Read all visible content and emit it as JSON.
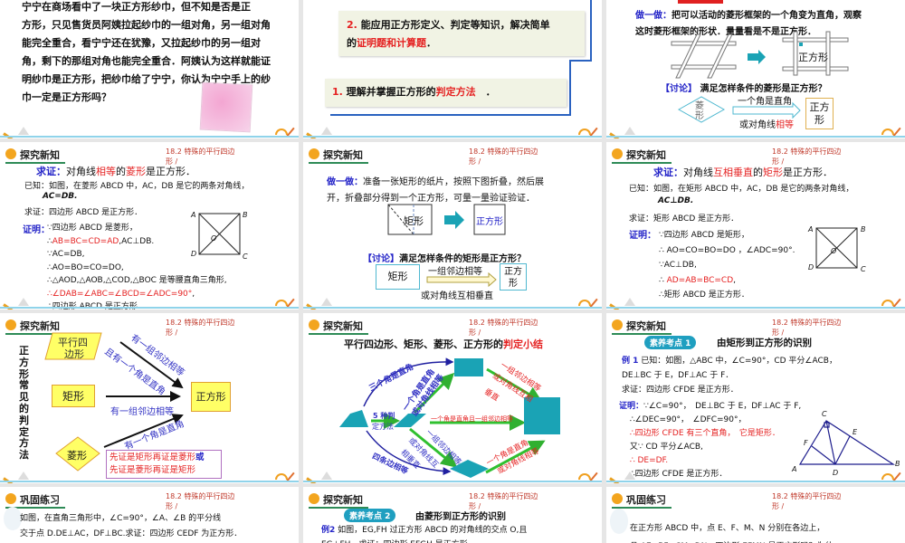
{
  "colors": {
    "accent_red": "#e52222",
    "label_blue": "#2424c8",
    "teal": "#1aa3b5",
    "yellow_box": "#ffff66",
    "header_icon": "#f3a51e",
    "bottom_bar": "#8fd3ea"
  },
  "chapter": "18.2 特殊的平行四边形 /",
  "s1": {
    "lines": [
      [
        {
          "t": "宁宁在商场看中了一块正方形纱巾，但不知是否是正"
        }
      ],
      [
        {
          "t": "方形，只见售货员阿姨拉起纱巾的一组对角，另一组对角"
        }
      ],
      [
        {
          "t": "能完全重合，看宁宁还在犹豫，又拉起纱巾的另一组对"
        }
      ],
      [
        {
          "t": "角，剩下的那组对角也能完全重合．阿姨认为这样就能证"
        }
      ],
      [
        {
          "t": "明纱巾是正方形，把纱巾给了宁宁，你认为宁宁手上的纱"
        }
      ],
      [
        {
          "t": "巾一定是正方形吗？"
        }
      ]
    ]
  },
  "s2": {
    "goal2": [
      [
        {
          "t": "2. ",
          "c": "r"
        },
        {
          "t": "能应用正方形定义、判定等知识，解决简单"
        }
      ],
      [
        {
          "t": "的"
        },
        {
          "t": "证明题和计算题",
          "c": "r"
        },
        {
          "t": "．"
        }
      ]
    ],
    "goal1": [
      [
        {
          "t": "1. ",
          "c": "r"
        },
        {
          "t": "理解并掌握正方形的"
        },
        {
          "t": "判定方法",
          "c": "r"
        },
        {
          "t": "　．"
        }
      ]
    ]
  },
  "s3": {
    "doit": [
      [
        {
          "t": "做一做：",
          "c": "b"
        },
        {
          "t": "把可以活动的菱形框架的一个角变为直角，观察"
        }
      ],
      [
        {
          "t": "这时菱形框架的形状．量量看是不是正方形．"
        }
      ]
    ],
    "fig_label": "正方形",
    "discuss": [
      [
        {
          "t": "【讨论】",
          "c": "b"
        },
        {
          "t": " 满足怎样条件的菱形是正方形？"
        }
      ]
    ],
    "from": "菱形",
    "cond1": "一个角是直角",
    "cond2": [
      [
        {
          "t": "或对角线"
        },
        {
          "t": "相等",
          "c": "r"
        }
      ]
    ],
    "to": "正方形"
  },
  "s4": {
    "header": "探究新知",
    "claim": [
      [
        {
          "t": "求证：",
          "c": "b"
        },
        {
          "t": "对角线"
        },
        {
          "t": "相等",
          "c": "r"
        },
        {
          "t": "的"
        },
        {
          "t": "菱形",
          "c": "r"
        },
        {
          "t": "是正方形．"
        }
      ]
    ],
    "given": [
      [
        {
          "t": "已知：如图，在菱形 ABCD 中，AC，DB 是它的两条对角线，"
        }
      ]
    ],
    "given2": [
      [
        {
          "t": "AC=DB."
        }
      ]
    ],
    "prove": [
      [
        {
          "t": "求证：四边形 ABCD 是正方形．"
        }
      ]
    ],
    "proof_label": "证明：",
    "proof": [
      [
        {
          "t": "∵四边形 ABCD 是菱形，"
        }
      ],
      [
        {
          "t": "∴"
        },
        {
          "t": "AB=BC=CD=AD",
          "c": "r"
        },
        {
          "t": ",AC⊥DB."
        }
      ],
      [
        {
          "t": "∵AC=DB,"
        }
      ],
      [
        {
          "t": "∴AO=BO=CO=DO,"
        }
      ],
      [
        {
          "t": "∴△AOD,△AOB,△COD,△BOC 是等腰直角三角形,"
        }
      ],
      [
        {
          "t": "∴∠DAB=∠ABC=∠BCD=∠ADC=90°",
          "c": "r"
        },
        {
          "t": ","
        }
      ],
      [
        {
          "t": "∴四边形 ABCD 是正方形．"
        }
      ]
    ],
    "pts": {
      "A": "A",
      "B": "B",
      "C": "C",
      "D": "D",
      "O": "O"
    }
  },
  "s5": {
    "header": "探究新知",
    "doit": [
      [
        {
          "t": "做一做：",
          "c": "b"
        },
        {
          "t": "准备一张矩形的纸片，按照下图折叠，然后展"
        }
      ],
      [
        {
          "t": "开，折叠部分得到一个正方形，可量一量验证验证．"
        }
      ]
    ],
    "fig_from": "矩形",
    "fig_to": "正方形",
    "discuss": [
      [
        {
          "t": "【讨论】",
          "c": "b"
        },
        {
          "t": "满足怎样条件的矩形是正方形？"
        }
      ]
    ],
    "from": "矩形",
    "cond1": "一组邻边相等",
    "cond2": "或对角线互相垂直",
    "to": "正方形"
  },
  "s6": {
    "header": "探究新知",
    "claim": [
      [
        {
          "t": "求证：",
          "c": "b"
        },
        {
          "t": "对角线"
        },
        {
          "t": "互相垂直",
          "c": "r"
        },
        {
          "t": "的"
        },
        {
          "t": "矩形",
          "c": "r"
        },
        {
          "t": "是正方形．"
        }
      ]
    ],
    "given": [
      [
        {
          "t": "已知：如图，在矩形 ABCD 中，AC，DB 是它的两条对角线，"
        }
      ]
    ],
    "given2": [
      [
        {
          "t": "AC⊥DB."
        }
      ]
    ],
    "prove": [
      [
        {
          "t": "求证：矩形 ABCD 是正方形．"
        }
      ]
    ],
    "proof_label": "证明：",
    "proof": [
      [
        {
          "t": "∵四边形 ABCD 是矩形，"
        }
      ],
      [
        {
          "t": "∴ AO=CO=BO=DO ，∠ADC=90°."
        }
      ],
      [
        {
          "t": "∵AC⊥DB,"
        }
      ],
      [
        {
          "t": "∴ "
        },
        {
          "t": "AD=AB=BC=CD",
          "c": "r"
        },
        {
          "t": ","
        }
      ],
      [
        {
          "t": "∴矩形 ABCD 是正方形．"
        }
      ]
    ],
    "pts": {
      "A": "A",
      "B": "B",
      "C": "C",
      "D": "D",
      "O": "O"
    }
  },
  "s7": {
    "header": "探究新知",
    "side_title": "正方形常见的判定方法",
    "para1": "平行四",
    "para2": "边形",
    "rect": "矩形",
    "rhombus": "菱形",
    "square": "正方形",
    "lab_top": "有一组邻边相等",
    "lab_top2": "且有一个角是直角",
    "lab_mid": "有一组邻边相等",
    "lab_bot": "有一个角是直角",
    "note": [
      [
        {
          "t": "先证是矩形再证是菱形",
          "c": "r"
        },
        {
          "t": "或",
          "c": "b"
        }
      ],
      [
        {
          "t": "先证是菱形再证是矩形",
          "c": "r"
        }
      ]
    ]
  },
  "s8": {
    "header": "探究新知",
    "title": [
      [
        {
          "t": "平行四边形、矩形、菱形、正方形的"
        },
        {
          "t": "判定小结",
          "c": "r"
        }
      ]
    ],
    "l_three": "三个角是直角",
    "l_one1": "一个角是直角",
    "l_one2": "或对角线相等",
    "l_five1": "5 种判",
    "l_five2": "定方法",
    "l_mid": "一个角是直角且一组邻边相等",
    "l_ur1": "一组邻边相等",
    "l_ur2": "或对角线互相",
    "l_ur3": "垂直",
    "l_lm1": "一组邻边相等",
    "l_lm2": "或对角线互",
    "l_lm3": "相垂直",
    "l_four": "四条边相等",
    "l_lr1": "一个角是直角",
    "l_lr2": "或对角线相等"
  },
  "s9": {
    "header": "探究新知",
    "badge": "素养考点 1",
    "topic": "由矩形到正方形的识别",
    "ex": [
      [
        {
          "t": "例 1",
          "c": "b"
        },
        {
          "t": " 已知：如图，△ABC 中，∠C=90°，CD 平分∠ACB，"
        }
      ],
      [
        {
          "t": "DE⊥BC 于 E，DF⊥AC 于 F．"
        }
      ],
      [
        {
          "t": "求证：四边形 CFDE 是正方形．"
        }
      ]
    ],
    "proof": [
      [
        {
          "t": "证明：",
          "c": "b"
        },
        {
          "t": "∵∠C=90°，　DE⊥BC 于 E，DF⊥AC 于 F,"
        }
      ],
      [
        {
          "t": "　 ∴∠DEC=90°，　∠DFC=90°，"
        }
      ],
      [
        {
          "t": "　 ∴四边形 CFDE 有三个直角，　它是矩形．",
          "c": "r"
        }
      ],
      [
        {
          "t": "　 又∵ CD 平分∠ACB,"
        }
      ],
      [
        {
          "t": "　 ∴ DE=DF.",
          "c": "r"
        }
      ],
      [
        {
          "t": "　 ∴四边形 CFDE 是正方形．"
        }
      ]
    ],
    "pts": {
      "A": "A",
      "B": "B",
      "C": "C",
      "D": "D",
      "E": "E",
      "F": "F"
    }
  },
  "s10": {
    "header": "巩固练习",
    "lines": [
      [
        {
          "t": "如图，在直角三角形中，∠C=90°，∠A、∠B 的平分线"
        }
      ],
      [
        {
          "t": "交于点 D.DE⊥AC，DF⊥BC.求证：四边形 CEDF 为正方形．"
        }
      ]
    ]
  },
  "s11": {
    "header": "探究新知",
    "badge": "素养考点 2",
    "topic": "由菱形到正方形的识别",
    "lines": [
      [
        {
          "t": "例2",
          "c": "b"
        },
        {
          "t": " 如图，EG,FH 过正方形 ABCD 的对角线的交点 O,且"
        }
      ],
      [
        {
          "t": "EG⊥FH．求证：四边形 EFGH 是正方形．"
        }
      ]
    ]
  },
  "s12": {
    "header": "巩固练习",
    "lines": [
      [
        {
          "t": "在正方形 ABCD 中，点 E、F、M、N 分别在各边上，"
        }
      ],
      [
        {
          "t": "且 AE=BF=CM=DN，四边形 EFMN 是正方形吗？为什"
        }
      ]
    ]
  }
}
